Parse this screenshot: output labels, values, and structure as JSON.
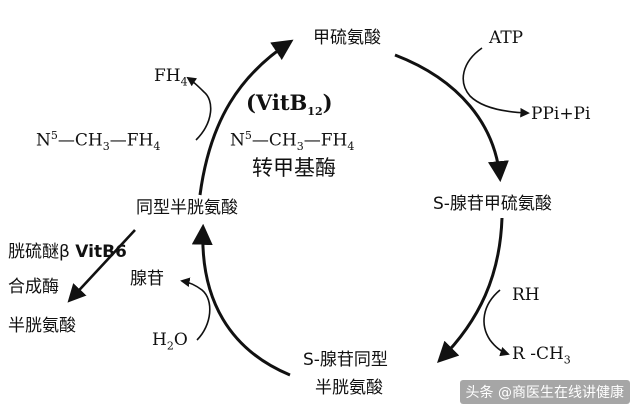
{
  "nodes": {
    "methionine": "甲硫氨酸",
    "sam": "S-腺苷甲硫氨酸",
    "sah_line1": "S-腺苷同型",
    "sah_line2": "半胱氨酸",
    "homocysteine": "同型半胱氨酸",
    "cysteine": "半胱氨酸",
    "adenosine": "腺苷"
  },
  "reagents": {
    "atp": "ATP",
    "ppi_pi": "PPi+Pi",
    "rh": "RH",
    "r_ch3": "R -CH",
    "r_ch3_sub": "3",
    "h2o_h": "H",
    "h2o_sub": "2",
    "h2o_o": "O",
    "fh4": "FH",
    "fh4_sub": "4",
    "n5_left": "N",
    "n5_left_sup": "5",
    "n5_left_rest": "—CH",
    "n5_left_sub": "3",
    "n5_left_end": "—FH",
    "n5_left_sub2": "4",
    "n5_right": "N",
    "n5_right_sup": "5",
    "n5_right_rest": "—CH",
    "n5_right_sub": "3",
    "n5_right_end": "—FH",
    "n5_right_sub2": "4"
  },
  "enzymes": {
    "vitb12_open": "(VitB",
    "vitb12_sub": "12",
    "vitb12_close": ")",
    "transmethylase": "转甲基酶",
    "cystathionine_line1_a": "胱硫醚β ",
    "cystathionine_line1_b": "VitB6",
    "cystathionine_line2": "合成酶"
  },
  "watermark": "头条 @商医生在线讲健康",
  "colors": {
    "ink": "#111111",
    "background": "#ffffff"
  }
}
